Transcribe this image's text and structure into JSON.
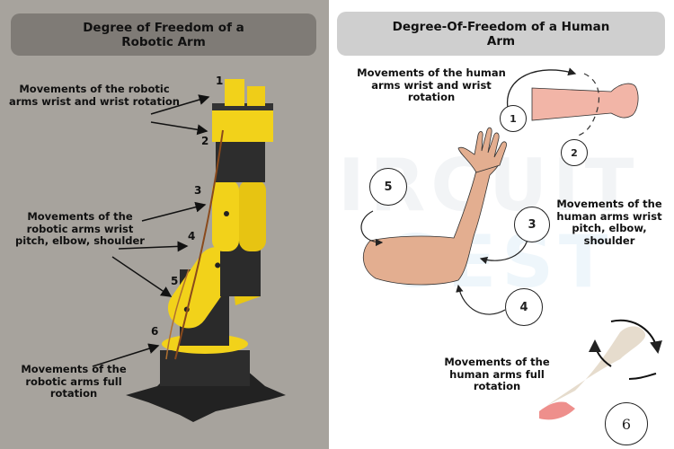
{
  "left_panel": {
    "title": "Degree of Freedom of a Robotic Arm",
    "labels": {
      "wrist": "Movements of the robotic arms wrist and wrist rotation",
      "pitch": "Movements of the robotic arms wrist pitch, elbow, shoulder",
      "rotation": "Movements of the robotic arms full rotation"
    },
    "joint_numbers": [
      "1",
      "2",
      "3",
      "4",
      "5",
      "6"
    ]
  },
  "right_panel": {
    "title": "Degree-Of-Freedom of a Human Arm",
    "labels": {
      "wrist": "Movements of the human arms wrist and wrist rotation",
      "pitch": "Movements of the human arms wrist pitch, elbow, shoulder",
      "rotation": "Movements of the human arms full rotation"
    },
    "joint_numbers": [
      "1",
      "2",
      "3",
      "4",
      "5",
      "6"
    ]
  },
  "watermark": {
    "line1": "IRCUIT",
    "line2": "GEST"
  },
  "colors": {
    "left_bg": "#a7a39d",
    "left_title_bg": "#7f7b76",
    "right_title_bg": "#cfcfcf",
    "robot_yellow": "#f2d21a",
    "robot_black": "#2a2a2a",
    "skin": "#e3ae90",
    "hand_pink": "#ee8f8c",
    "forearm_beige": "#e6dccd"
  }
}
